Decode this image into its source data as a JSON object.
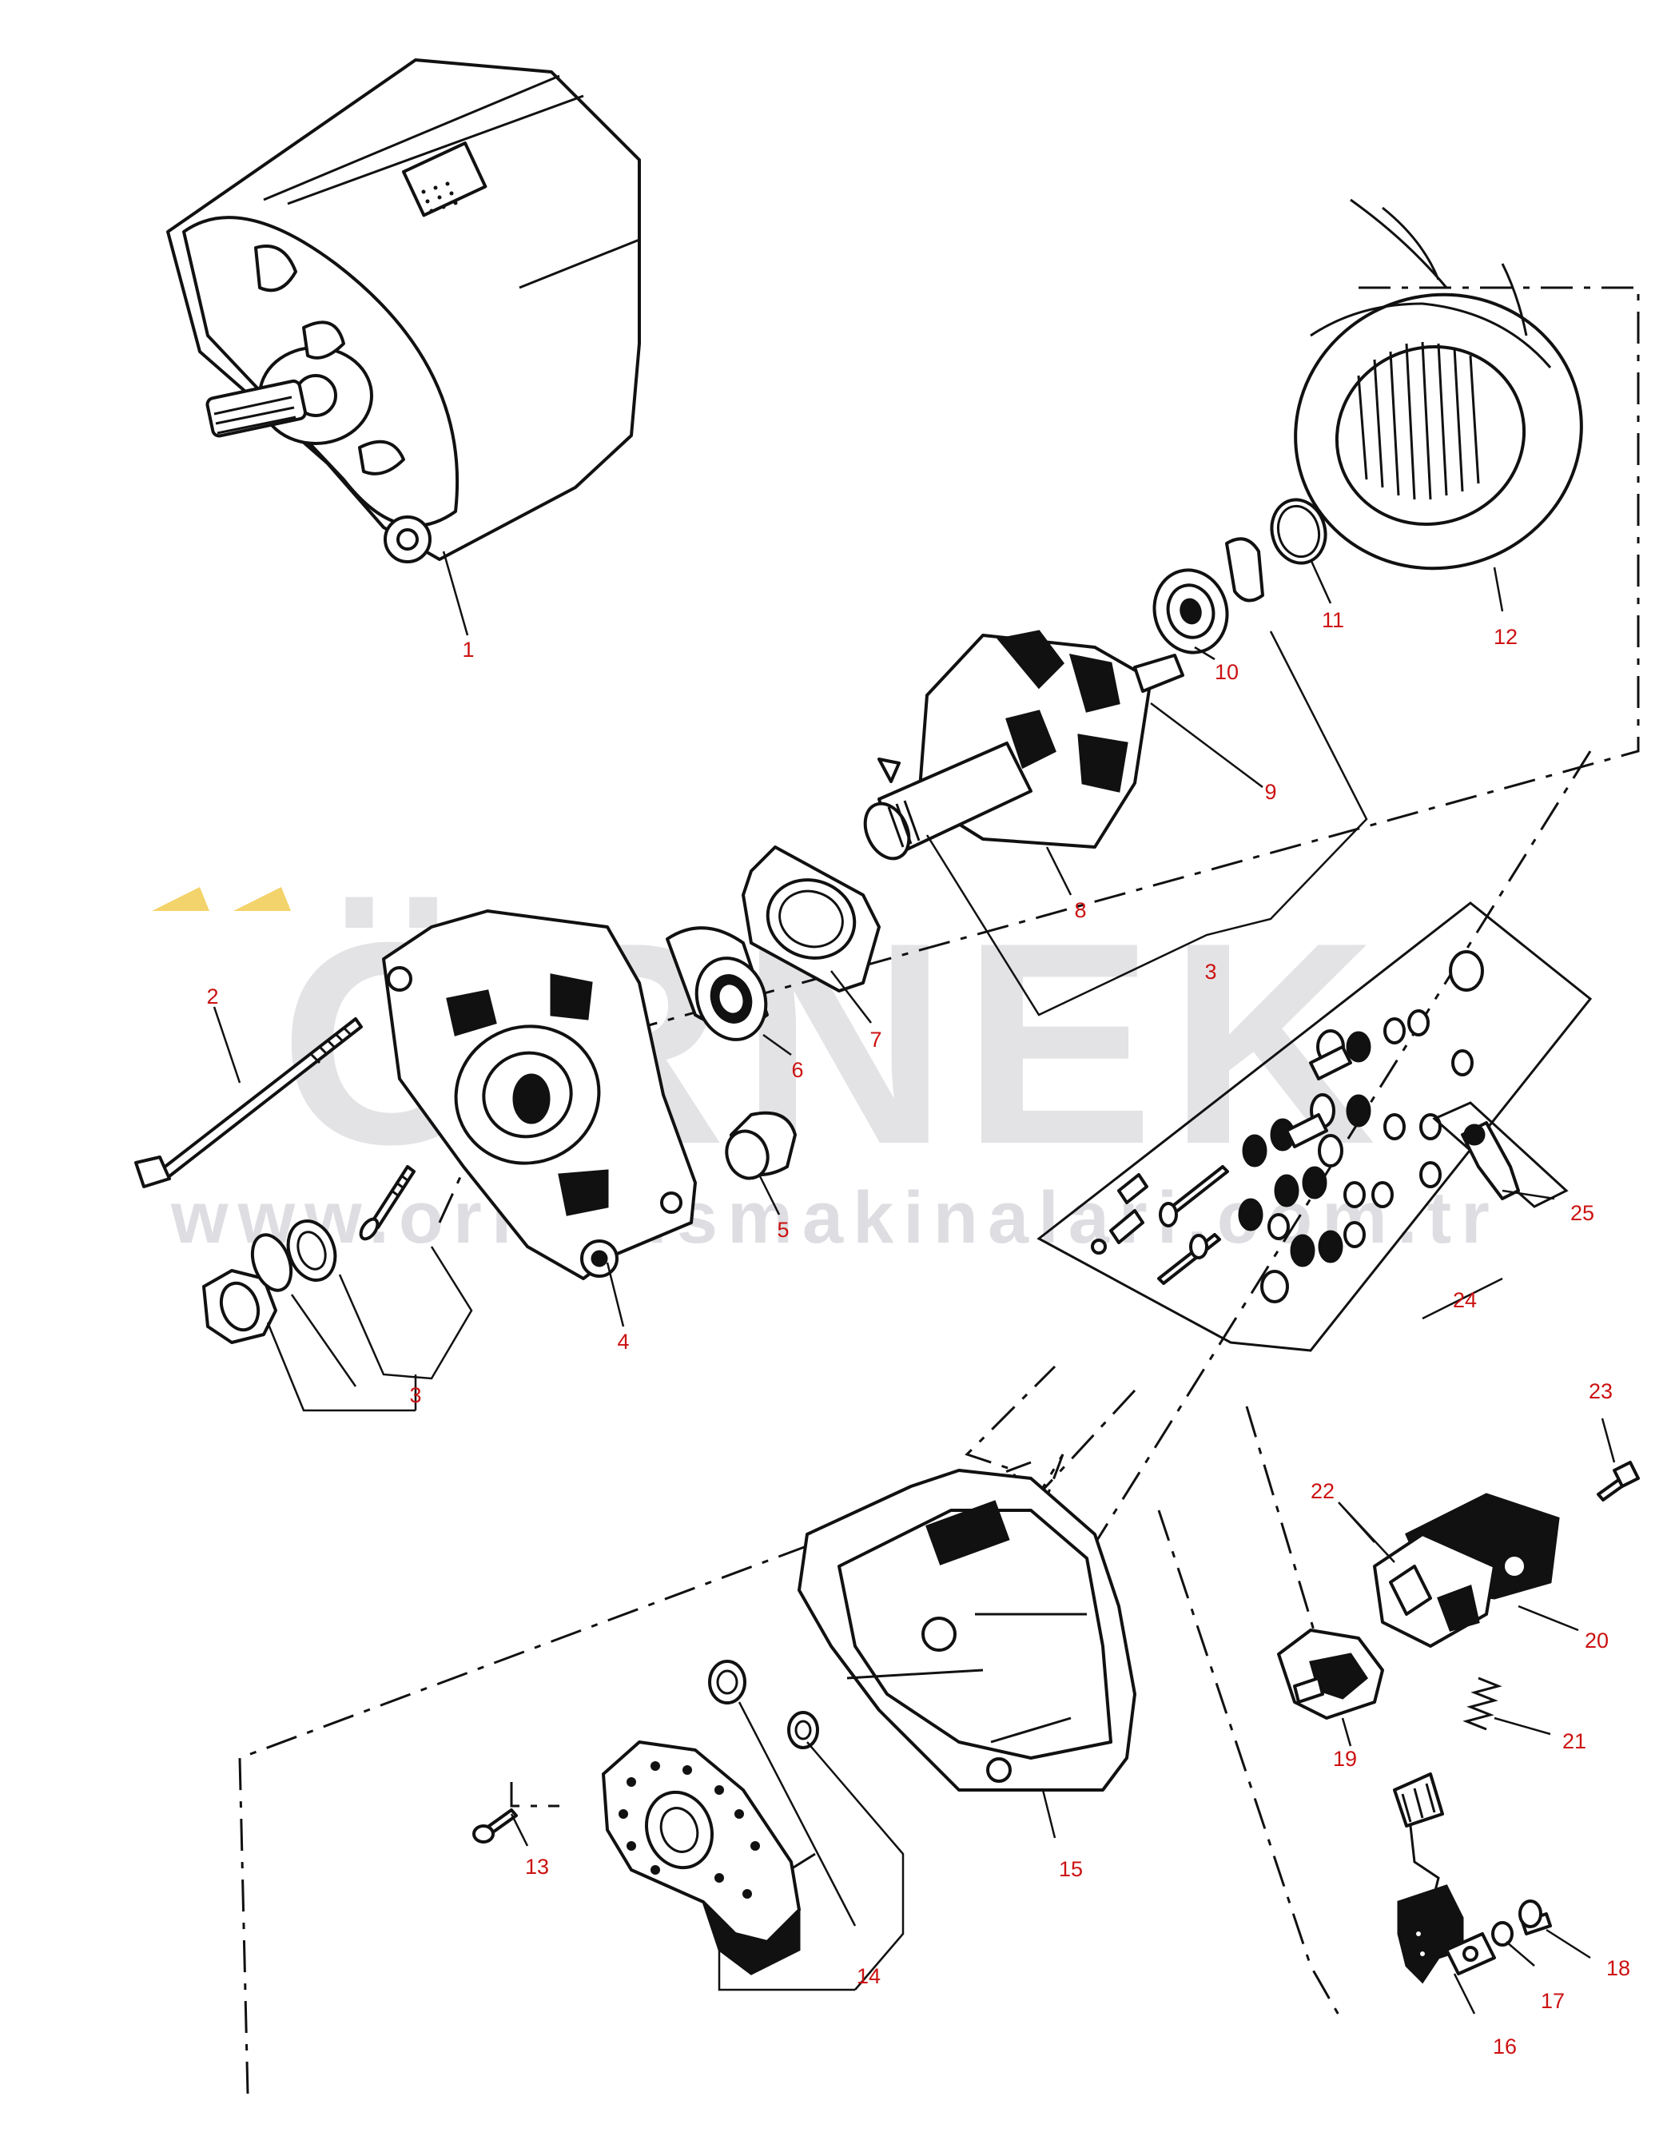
{
  "watermark": {
    "brand": "ÖRNEK",
    "url": "www.ornekismakinalari.com.tr",
    "accent_color": "#f3d36b",
    "text_color": "#a9a9b3"
  },
  "callout_color": "#cc1111",
  "callouts": {
    "c1": "1",
    "c2": "2",
    "c3a": "3",
    "c3b": "3",
    "c4": "4",
    "c5": "5",
    "c6": "6",
    "c7": "7",
    "c8": "8",
    "c9": "9",
    "c10": "10",
    "c11": "11",
    "c12": "12",
    "c13": "13",
    "c14": "14",
    "c15": "15",
    "c16": "16",
    "c17": "17",
    "c18": "18",
    "c19": "19",
    "c20": "20",
    "c21": "21",
    "c22": "22",
    "c23": "23",
    "c24": "24",
    "c25": "25"
  }
}
